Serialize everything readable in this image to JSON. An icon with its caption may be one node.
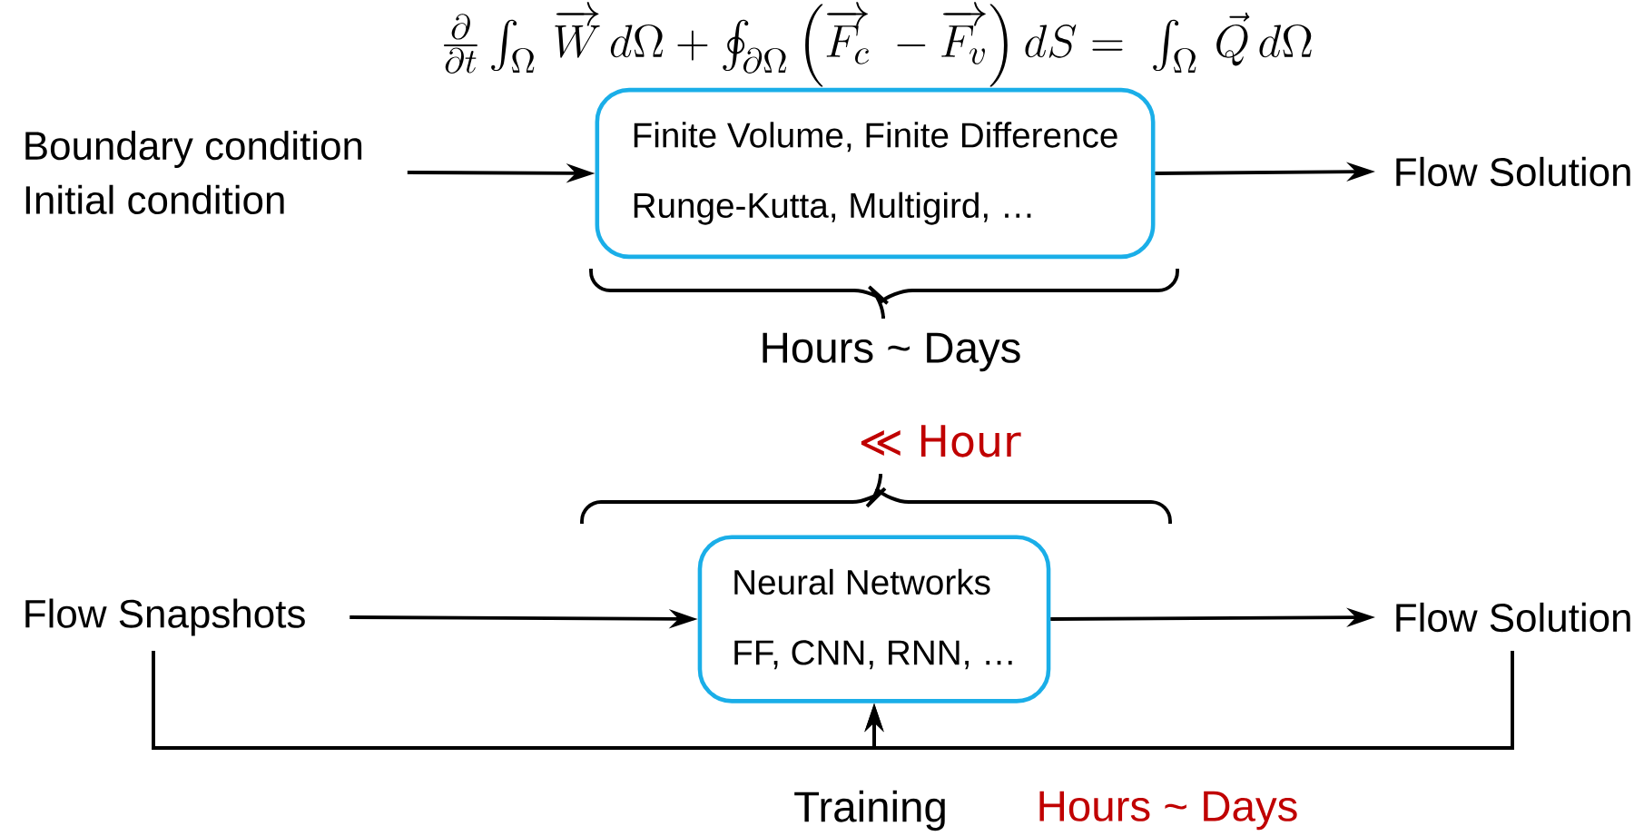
{
  "diagram": {
    "nodes": [
      {
        "text": [
          "Boundary condition",
          "Initial condition"
        ]
      },
      {
        "text": [
          "Finite Volume, Finite Difference",
          "Runge-Kutta, Multigird, …"
        ]
      },
      {
        "text": [
          "Flow Solution"
        ]
      },
      {
        "text": [
          "Flow Snapshots"
        ]
      },
      {
        "text": [
          "Neural Networks",
          "FF, CNN, RNN, …"
        ]
      },
      {
        "text": [
          "Flow Solution"
        ]
      }
    ],
    "edges": [
      {
        "from": 0,
        "to": 1,
        "arrow": "to"
      },
      {
        "from": 1,
        "to": 2,
        "arrow": "to"
      },
      {
        "from": 3,
        "to": 4,
        "arrow": "to"
      },
      {
        "from": 4,
        "to": 5,
        "arrow": "to"
      },
      {
        "from": 3,
        "to": 4,
        "arrow": "to"
      },
      {
        "from": 5,
        "to": 4,
        "arrow": "to"
      }
    ],
    "labels": [
      "\\frac{\\partial}{\\partial t}\\int_{\\Omega}\\,\\overrightarrow{W}\\,d\\Omega+\\oint_{\\partial\\Omega}\\left(\\overrightarrow{F_c}\\;-\\overrightarrow{F_v}\\right)dS=\\;\\int_{\\Omega}\\,\\vec{Q}\\,d\\Omega",
      "Hours ~ Days",
      "≪ Hour",
      "Training",
      "Hours ~ Days"
    ]
  }
}
